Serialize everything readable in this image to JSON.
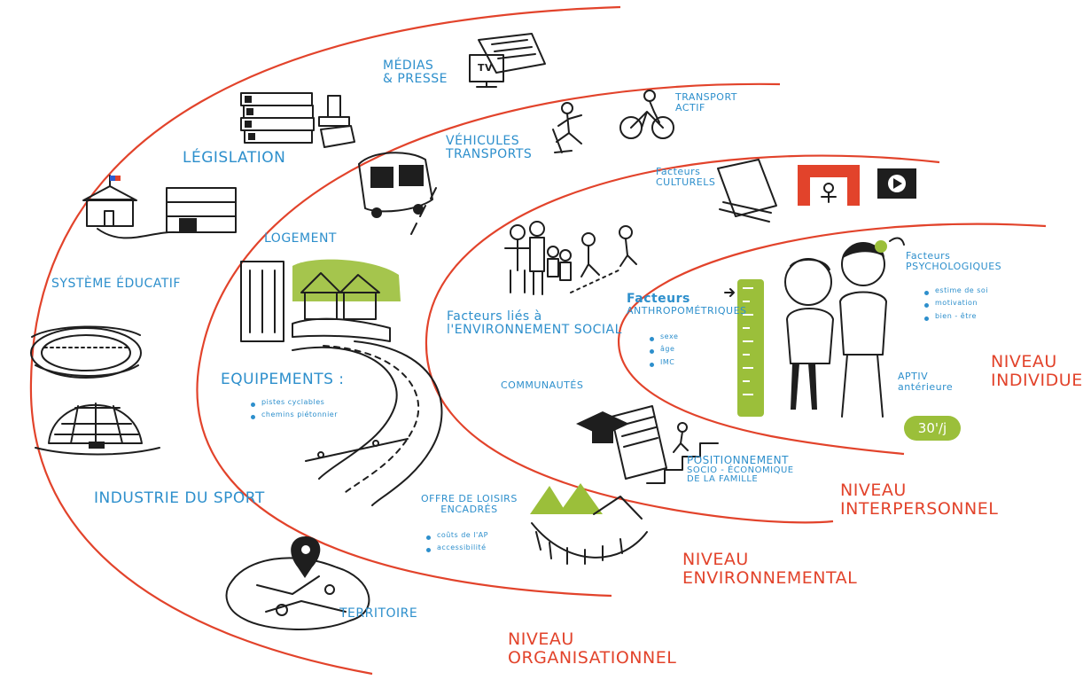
{
  "levels": {
    "organisational": [
      "NIVEAU",
      "ORGANISATIONNEL"
    ],
    "environmental": [
      "NIVEAU",
      "ENVIRONNEMENTAL"
    ],
    "interpersonal": [
      "NIVEAU",
      "INTERPERSONNEL"
    ],
    "individual": [
      "NIVEAU",
      "INDIVIDUEL"
    ]
  },
  "organisational": {
    "medias": [
      "MÉDIAS",
      "& PRESSE"
    ],
    "tv": "TV",
    "legislation": "LÉGISLATION",
    "education": "SYSTÈME ÉDUCATIF",
    "sport_industry": "INDUSTRIE DU SPORT",
    "territory": "TERRITOIRE"
  },
  "environmental": {
    "active_transport": [
      "TRANSPORT",
      "ACTIF"
    ],
    "vehicles": [
      "VÉHICULES",
      "TRANSPORTS"
    ],
    "housing": "LOGEMENT",
    "equipment_title": "EQUIPEMENTS :",
    "equipment_items": [
      "pistes cyclables",
      "chemins piétonnier"
    ],
    "leisure": [
      "OFFRE DE LOISIRS",
      "ENCADRÉS"
    ],
    "leisure_items": [
      "coûts de l'AP",
      "accessibilité"
    ]
  },
  "interpersonal": {
    "cultural": [
      "Facteurs",
      "CULTURELS"
    ],
    "social_env": [
      "Facteurs liés à",
      "l'ENVIRONNEMENT SOCIAL"
    ],
    "communities": "COMMUNAUTÉS",
    "ses": [
      "POSITIONNEMENT",
      "SOCIO - ÉCONOMIQUE",
      "DE LA FAMILLE"
    ]
  },
  "individual": {
    "anthropometric": [
      "Facteurs",
      "ANTHROPOMÉTRIQUES"
    ],
    "anthro_items": [
      "sexe",
      "âge",
      "IMC"
    ],
    "psychological": [
      "Facteurs",
      "PSYCHOLOGIQUES"
    ],
    "psych_items": [
      "estime de soi",
      "motivation",
      "bien - être"
    ],
    "prior_pa": [
      "APTIV",
      "antérieure"
    ],
    "minutes_badge": "30'/j"
  },
  "colors": {
    "arc": "#e2432b",
    "label": "#2d8fcc",
    "accent": "#9bbf3a",
    "ink": "#1e1e1e"
  }
}
